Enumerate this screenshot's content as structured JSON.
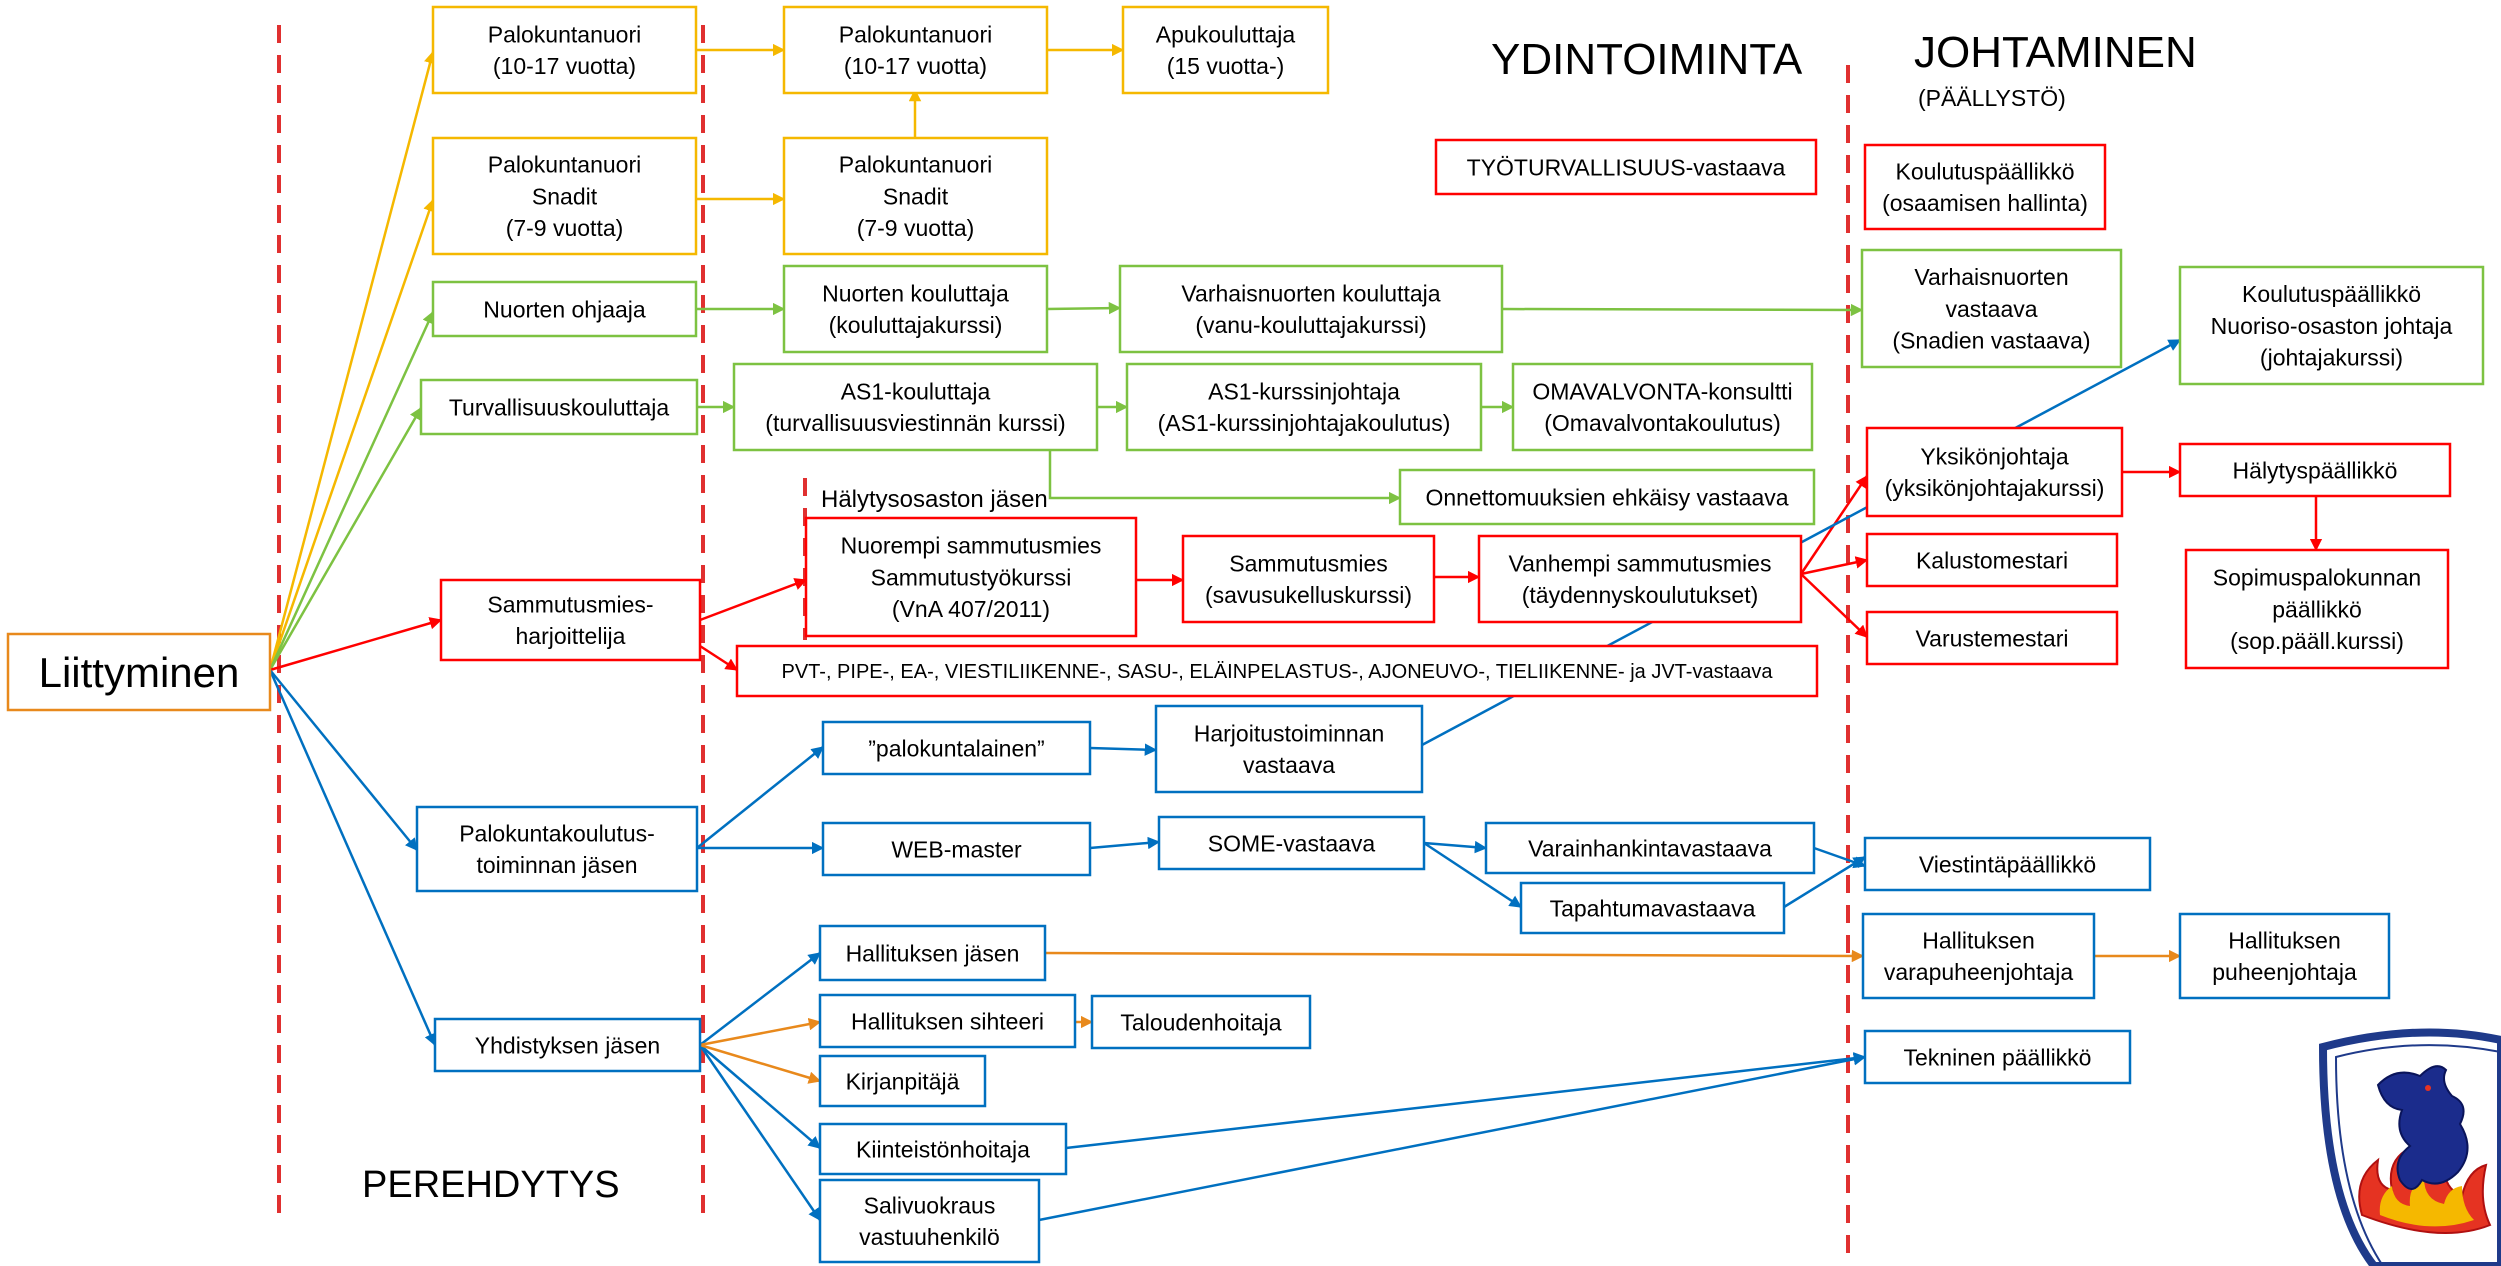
{
  "colors": {
    "yellow": "#F5B800",
    "green": "#7DC242",
    "red": "#FF0000",
    "blue": "#0070C0",
    "orange": "#E8891C",
    "dash": "#E03030",
    "entry": "#E8891C"
  },
  "headings": {
    "ydintoiminta": "YDINTOIMINTA",
    "johtaminen": "JOHTAMINEN",
    "paallysto": "(PÄÄLLYSTÖ)",
    "perehdytys": "PEREHDYTYS",
    "halytysosasto": "Hälytysosaston jäsen"
  },
  "boxes": {
    "liittyminen": [
      "Liittyminen"
    ],
    "pk_nuori_1": [
      "Palokuntanuori",
      "(10-17 vuotta)"
    ],
    "pk_snadit_1": [
      "Palokuntanuori",
      "Snadit",
      "(7-9 vuotta)"
    ],
    "nuorten_ohjaaja": [
      "Nuorten ohjaaja"
    ],
    "turvallisuuskouluttaja": [
      "Turvallisuuskouluttaja"
    ],
    "sammutusmies_harj": [
      "Sammutusmies-",
      "harjoittelija"
    ],
    "pk_koulutus_jasen": [
      "Palokuntakoulutus-",
      "toiminnan jäsen"
    ],
    "yhdistyksen_jasen": [
      "Yhdistyksen jäsen"
    ],
    "pk_nuori_2": [
      "Palokuntanuori",
      "(10-17 vuotta)"
    ],
    "pk_snadit_2": [
      "Palokuntanuori",
      "Snadit",
      "(7-9 vuotta)"
    ],
    "apukouluttaja": [
      "Apukouluttaja",
      "(15 vuotta-)"
    ],
    "nuorten_kouluttaja": [
      "Nuorten kouluttaja",
      "(kouluttajakurssi)"
    ],
    "vanu_kouluttaja": [
      "Varhaisnuorten kouluttaja",
      "(vanu-kouluttajakurssi)"
    ],
    "as1_kouluttaja": [
      "AS1-kouluttaja",
      "(turvallisuusviestinnän kurssi)"
    ],
    "as1_kurssinjohtaja": [
      "AS1-kurssinjohtaja",
      "(AS1-kurssinjohtajakoulutus)"
    ],
    "omavalvonta": [
      "OMAVALVONTA-konsultti",
      "(Omavalvontakoulutus)"
    ],
    "onnettomuuksien": [
      "Onnettomuuksien ehkäisy vastaava"
    ],
    "tyoturvallisuus": [
      "TYÖTURVALLISUUS-vastaava"
    ],
    "nuorempi_sm": [
      "Nuorempi sammutusmies",
      "Sammutustyökurssi",
      "(VnA 407/2011)"
    ],
    "sammutusmies": [
      "Sammutusmies",
      "(savusukelluskurssi)"
    ],
    "vanhempi_sm": [
      "Vanhempi sammutusmies",
      "(täydennyskoulutukset)"
    ],
    "pvt_vastaava": [
      "PVT-, PIPE-, EA-, VIESTILIIKENNE-, SASU-, ELÄINPELASTUS-, AJONEUVO-, TIELIIKENNE- ja JVT-vastaava"
    ],
    "palokuntalainen": [
      "”palokuntalainen”"
    ],
    "harjoitustoiminta": [
      "Harjoitustoiminnan",
      "vastaava"
    ],
    "web_master": [
      "WEB-master"
    ],
    "some_vastaava": [
      "SOME-vastaava"
    ],
    "varainhankinta": [
      "Varainhankintavastaava"
    ],
    "tapahtuma": [
      "Tapahtumavastaava"
    ],
    "hallituksen_jasen": [
      "Hallituksen jäsen"
    ],
    "hallituksen_sihteeri": [
      "Hallituksen sihteeri"
    ],
    "taloudenhoitaja": [
      "Taloudenhoitaja"
    ],
    "kirjanpitaja": [
      "Kirjanpitäjä"
    ],
    "kiinteistonhoitaja": [
      "Kiinteistönhoitaja"
    ],
    "salivuokraus": [
      "Salivuokraus",
      "vastuuhenkilö"
    ],
    "koulutuspaallikko": [
      "Koulutuspäällikkö",
      "(osaamisen hallinta)"
    ],
    "varhaisnuorten_vastaava": [
      "Varhaisnuorten",
      "vastaava",
      "(Snadien vastaava)"
    ],
    "koulutuspaallikko_nuoriso": [
      "Koulutuspäällikkö",
      "Nuoriso-osaston johtaja",
      "(johtajakurssi)"
    ],
    "yksikonjohtaja": [
      "Yksikönjohtaja",
      "(yksikönjohtajakurssi)"
    ],
    "halytyspaallikko": [
      "Hälytyspäällikkö"
    ],
    "kalustomestari": [
      "Kalustomestari"
    ],
    "varustemestari": [
      "Varustemestari"
    ],
    "sopimuspalokunnan": [
      "Sopimuspalokunnan",
      "päällikkö",
      "(sop.pääll.kurssi)"
    ],
    "viestintapaallikko": [
      "Viestintäpäällikkö"
    ],
    "hallituksen_varapj": [
      "Hallituksen",
      "varapuheenjohtaja"
    ],
    "hallituksen_pj": [
      "Hallituksen",
      "puheenjohtaja"
    ],
    "tekninen_paallikko": [
      "Tekninen päällikkö"
    ]
  },
  "logo": {
    "name": "fire-brigade-crest"
  }
}
